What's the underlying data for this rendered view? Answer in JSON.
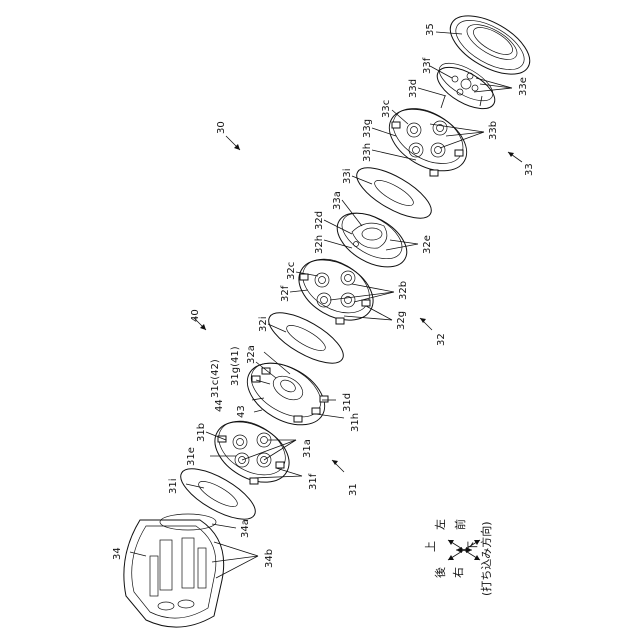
{
  "labels": {
    "l35": "35",
    "l33f": "33f",
    "l33d": "33d",
    "l33e": "33e",
    "l33c": "33c",
    "l33g": "33g",
    "l33h": "33h",
    "l33b": "33b",
    "l33": "33",
    "l30": "30",
    "l33i": "33i",
    "l33a": "33a",
    "l32d": "32d",
    "l32h": "32h",
    "l32e": "32e",
    "l32c": "32c",
    "l32f": "32f",
    "l32b": "32b",
    "l32g": "32g",
    "l32": "32",
    "l40": "40",
    "l32i": "32i",
    "l31c42": "31c(42)",
    "l32a": "32a",
    "l31g41": "31g(41)",
    "l44": "44",
    "l31d": "31d",
    "l43": "43",
    "l31h": "31h",
    "l31b": "31b",
    "l31a": "31a",
    "l31e": "31e",
    "l31f": "31f",
    "l31": "31",
    "l31i": "31i",
    "l34a": "34a",
    "l34": "34",
    "l34b": "34b"
  },
  "orientation": {
    "up": "上",
    "left": "左",
    "front": "前",
    "back": "後",
    "right": "右",
    "down": "下",
    "note": "(打ち込み方向)"
  }
}
